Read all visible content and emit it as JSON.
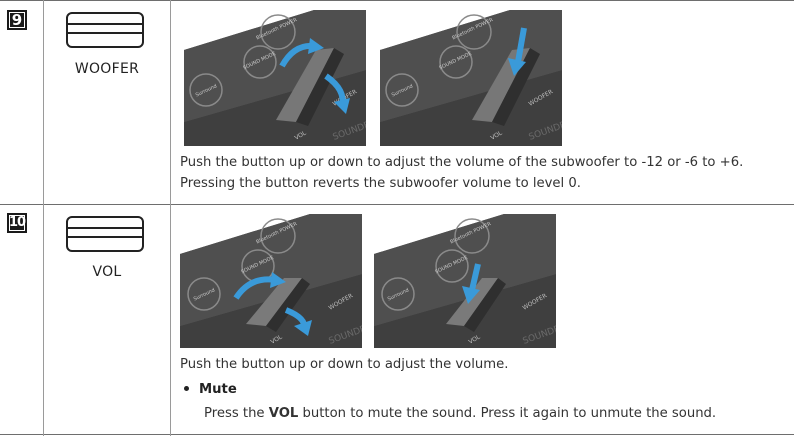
{
  "rows": [
    {
      "number": "9",
      "button_name": "WOOFER",
      "photo_labels": {
        "bluetooth_power": "Bluetooth POWER",
        "sound_mode": "SOUND MODE",
        "surround": "Surround",
        "woofer": "WOOFER",
        "vol": "VOL",
        "soundbar": "SOUNDB"
      },
      "description_lines": [
        "Push the button up or down to adjust the volume of the subwoofer to -12 or -6 to +6.",
        "Pressing the button reverts the subwoofer volume to level 0."
      ]
    },
    {
      "number": "10",
      "button_name": "VOL",
      "photo_labels": {
        "bluetooth_power": "Bluetooth POWER",
        "sound_mode": "SOUND MODE",
        "surround": "Surround",
        "woofer": "WOOFER",
        "vol": "VOL",
        "soundbar": "SOUNDB"
      },
      "description_lines": [
        "Push the button up or down to adjust the volume."
      ],
      "bullet": {
        "title": "Mute",
        "text_before": "Press the ",
        "text_bold": "VOL",
        "text_after": " button to mute the sound. Press it again to unmute the sound."
      }
    }
  ],
  "colors": {
    "remote_body": "#4a4a4a",
    "remote_top": "#5b5b5b",
    "arrow_blue": "#3a9ad9",
    "badge": "#1a1a1a"
  }
}
